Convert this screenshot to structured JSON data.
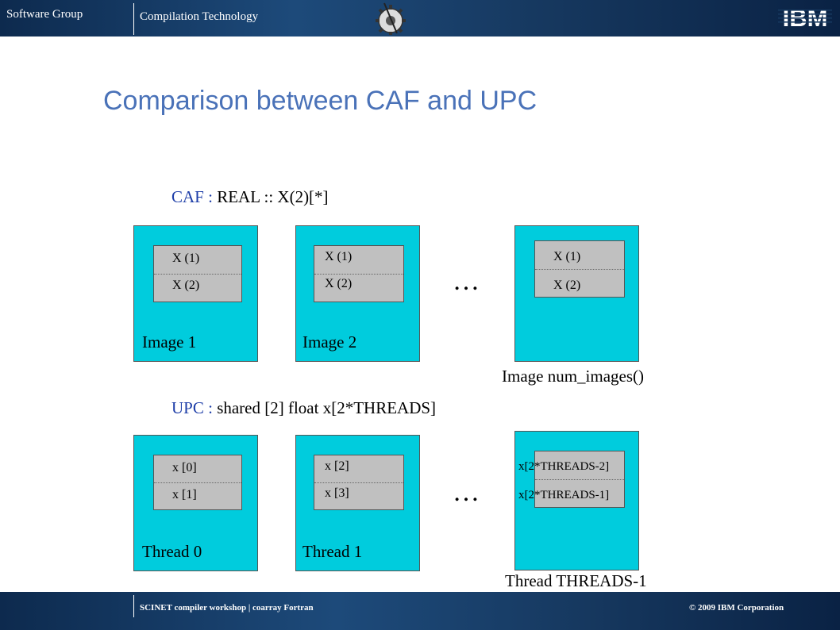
{
  "header": {
    "left_label": "Software Group",
    "center_label": "Compilation Technology",
    "logo_text": "IBM"
  },
  "slide": {
    "title": "Comparison between CAF and UPC"
  },
  "caf": {
    "keyword": "CAF :",
    "declaration": "REAL :: X(2)[*]",
    "ellipsis": "…",
    "images": [
      {
        "label": "Image 1",
        "cells": [
          "X (1)",
          "X (2)"
        ]
      },
      {
        "label": "Image 2",
        "cells": [
          "X (1)",
          "X (2)"
        ]
      },
      {
        "label": "Image num_images()",
        "cells": [
          "X (1)",
          "X (2)"
        ]
      }
    ]
  },
  "upc": {
    "keyword": "UPC :",
    "declaration": "shared [2]   float x[2*THREADS]",
    "ellipsis": "…",
    "threads": [
      {
        "label": "Thread 0",
        "cells": [
          "x [0]",
          "x [1]"
        ]
      },
      {
        "label": "Thread 1",
        "cells": [
          "x [2]",
          "x [3]"
        ]
      },
      {
        "label": "Thread THREADS-1",
        "cells": [
          "x[2*THREADS-2]",
          "x[2*THREADS-1]"
        ]
      }
    ]
  },
  "footer": {
    "left_text": "SCINET compiler workshop  |  coarray Fortran",
    "right_text": "© 2009 IBM Corporation"
  },
  "colors": {
    "panel": "#00ccdd",
    "cell": "#c0c0c0",
    "title": "#4a72b8",
    "keyword": "#1e3ea8"
  }
}
